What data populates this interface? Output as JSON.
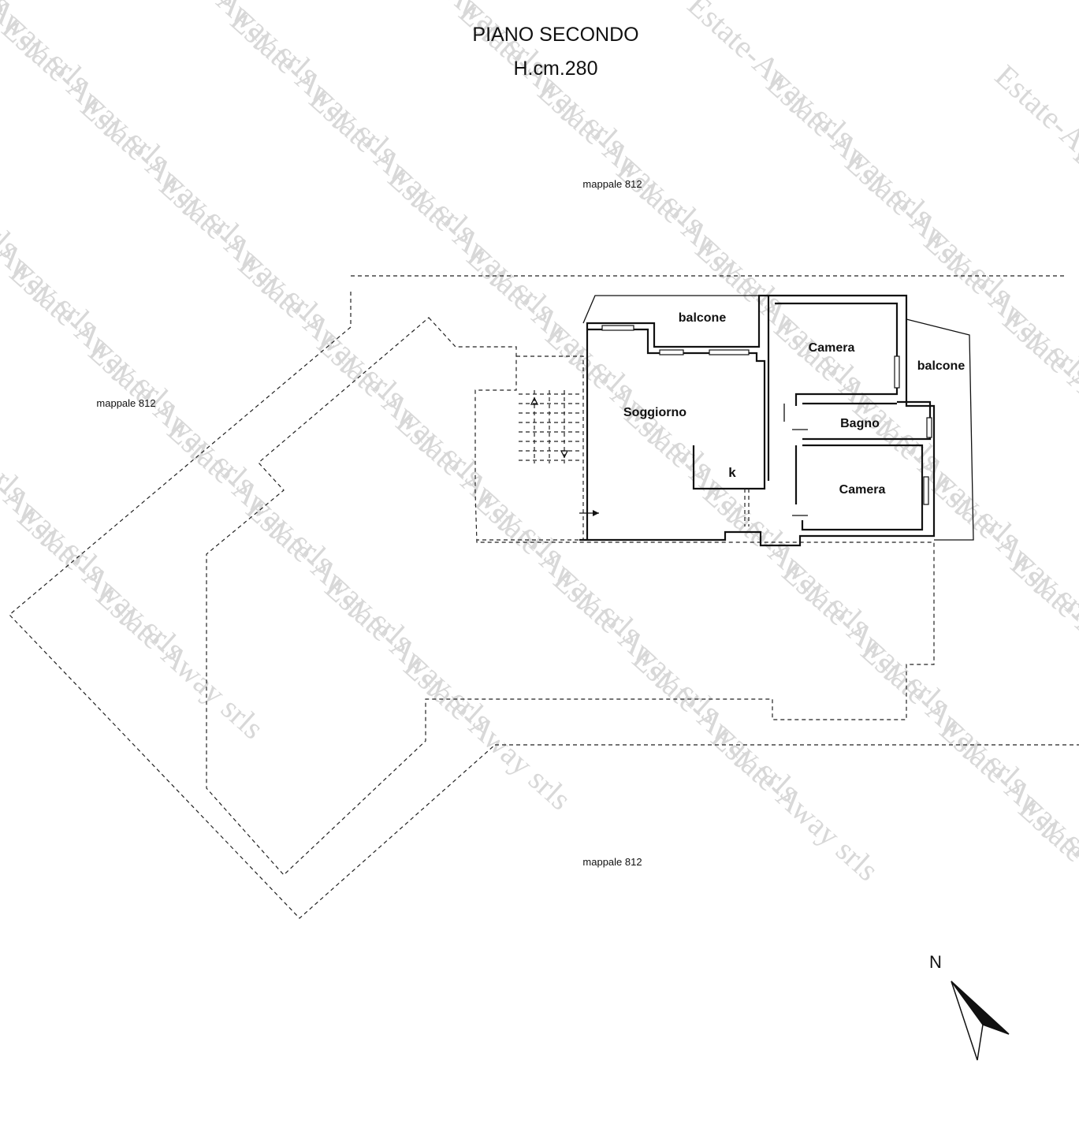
{
  "title": {
    "line1": "PIANO SECONDO",
    "line2": "H.cm.280"
  },
  "neighbors": {
    "top": "mappale 812",
    "left": "mappale 812",
    "bottom": "mappale 812"
  },
  "rooms": {
    "balcone_top": "balcone",
    "camera_top": "Camera",
    "balcone_right": "balcone",
    "soggiorno": "Soggiorno",
    "bagno": "Bagno",
    "kitchen": "k",
    "camera_bottom": "Camera"
  },
  "compass": {
    "label": "N",
    "icon": "north-arrow-icon"
  },
  "watermark": {
    "text": "Estate-Away srls",
    "color": "#d8d8d8"
  }
}
